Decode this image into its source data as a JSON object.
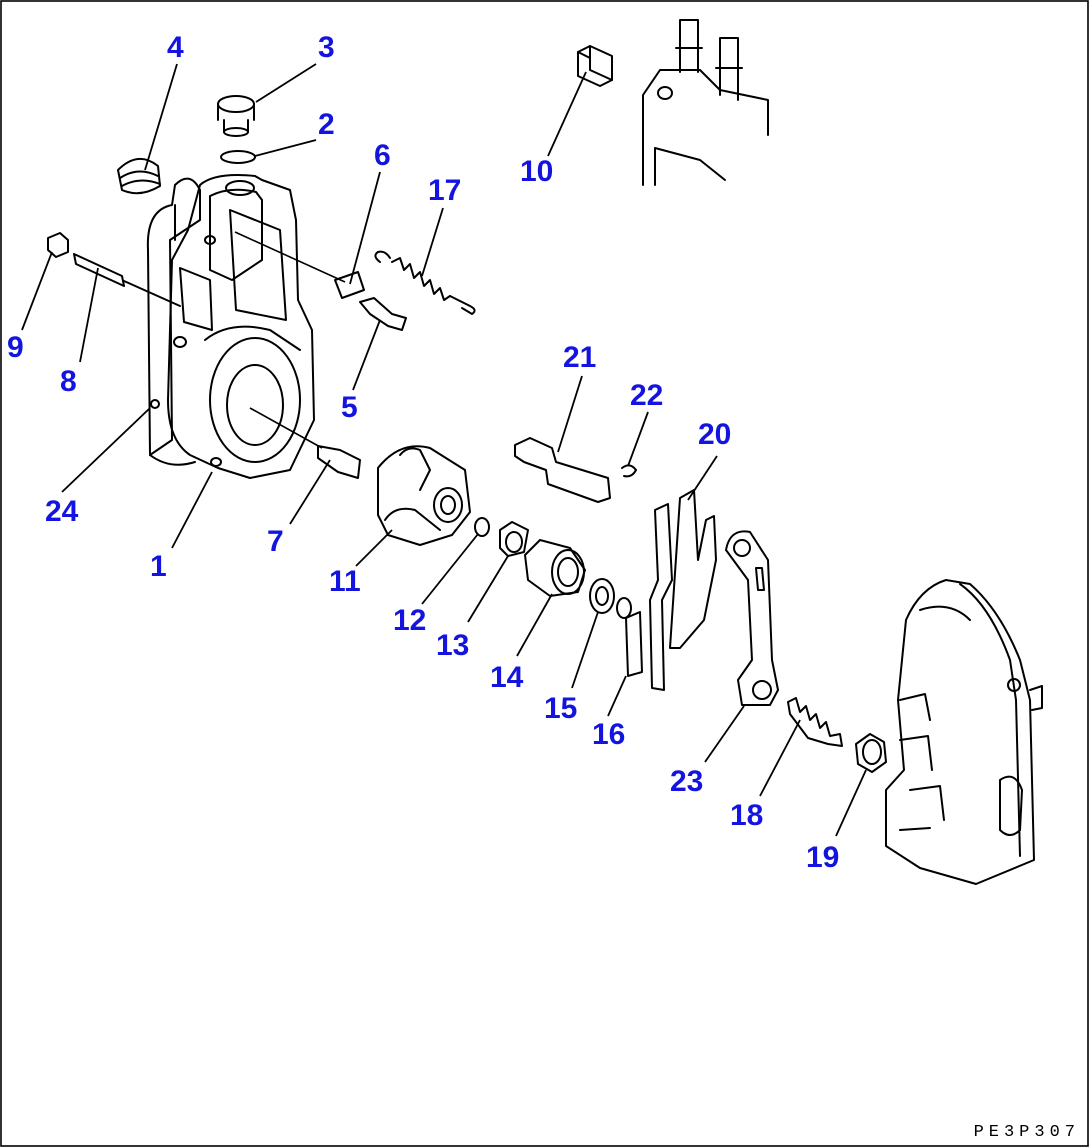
{
  "drawing_code": "PE3P307",
  "callout_color": "#1414e0",
  "callouts": [
    "1",
    "2",
    "3",
    "4",
    "5",
    "6",
    "7",
    "8",
    "9",
    "10",
    "11",
    "12",
    "13",
    "14",
    "15",
    "16",
    "17",
    "18",
    "19",
    "20",
    "21",
    "22",
    "23",
    "24"
  ]
}
